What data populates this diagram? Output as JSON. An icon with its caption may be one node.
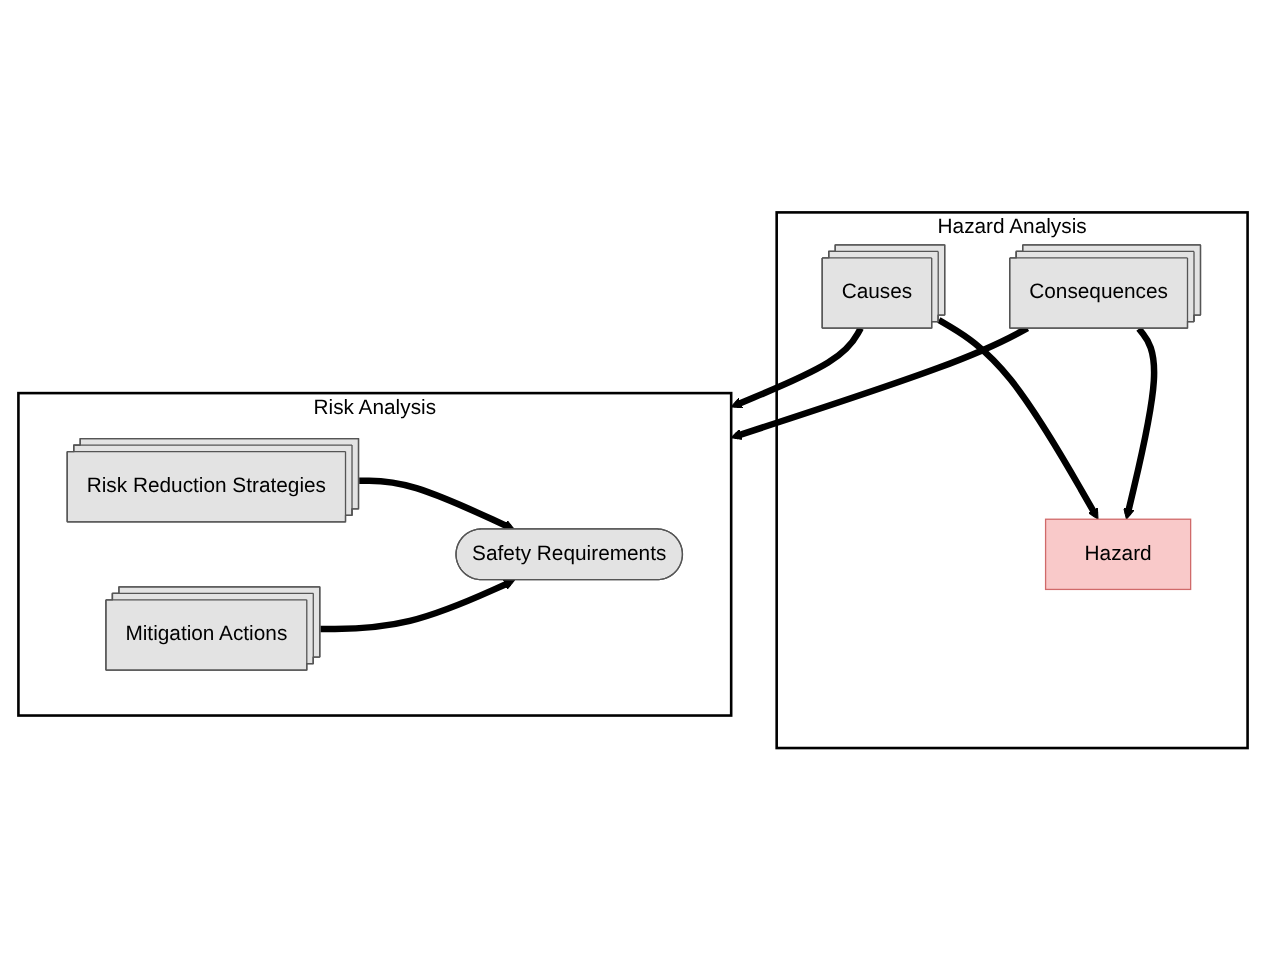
{
  "diagram": {
    "nodes": [
      {
        "text": [
          "Hazard Analysis"
        ]
      },
      {
        "text": [
          "Causes"
        ],
        "in": 0
      },
      {
        "text": [
          "Hazard"
        ],
        "in": 0
      },
      {
        "text": [
          "Consequences"
        ],
        "in": 0
      },
      {
        "text": [
          "Risk Analysis"
        ]
      },
      {
        "text": [
          "Risk Reduction Strategies"
        ],
        "in": 4
      },
      {
        "text": [
          "Mitigation Actions"
        ],
        "in": 4
      },
      {
        "text": [
          "Safety Requirements"
        ],
        "in": 4
      }
    ],
    "edges": [
      {
        "from": 1,
        "to": 2,
        "arrow": "to"
      },
      {
        "from": 3,
        "to": 2,
        "arrow": "to"
      },
      {
        "from": 1,
        "to": 4,
        "arrow": "to"
      },
      {
        "from": 3,
        "to": 4,
        "arrow": "to"
      },
      {
        "from": 5,
        "to": 7,
        "arrow": "to"
      },
      {
        "from": 6,
        "to": 7,
        "arrow": "to"
      }
    ]
  }
}
